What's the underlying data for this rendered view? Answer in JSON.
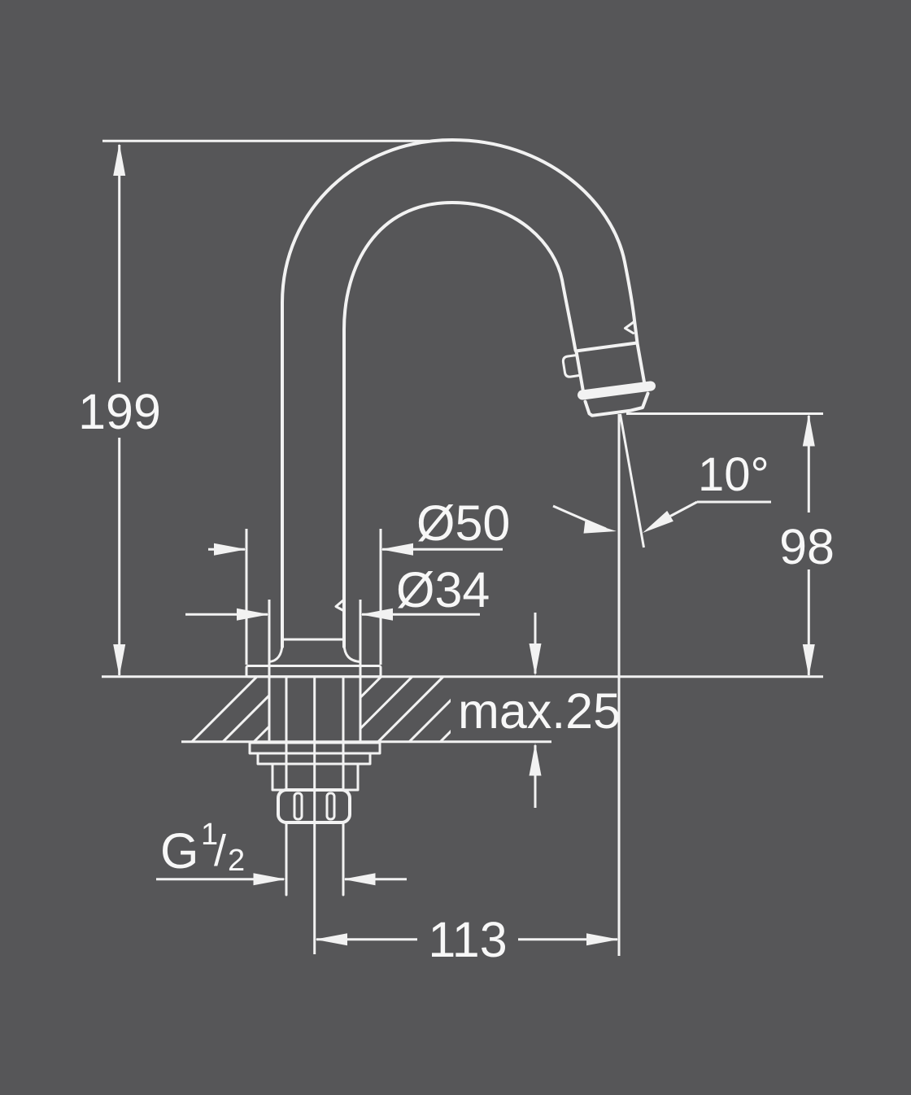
{
  "drawing": {
    "background_color": "#565658",
    "line_color": "#f2f2f2",
    "type": "faucet-technical-drawing",
    "dimensions": {
      "total_height": "199",
      "outlet_height": "98",
      "outlet_angle": "10°",
      "base_diameter": "Ø50",
      "hole_diameter": "Ø34",
      "max_deck_thickness": "max.25",
      "spout_reach": "113",
      "thread": {
        "prefix": "G",
        "numerator": "1",
        "slash": "/",
        "denominator": "2"
      }
    }
  }
}
